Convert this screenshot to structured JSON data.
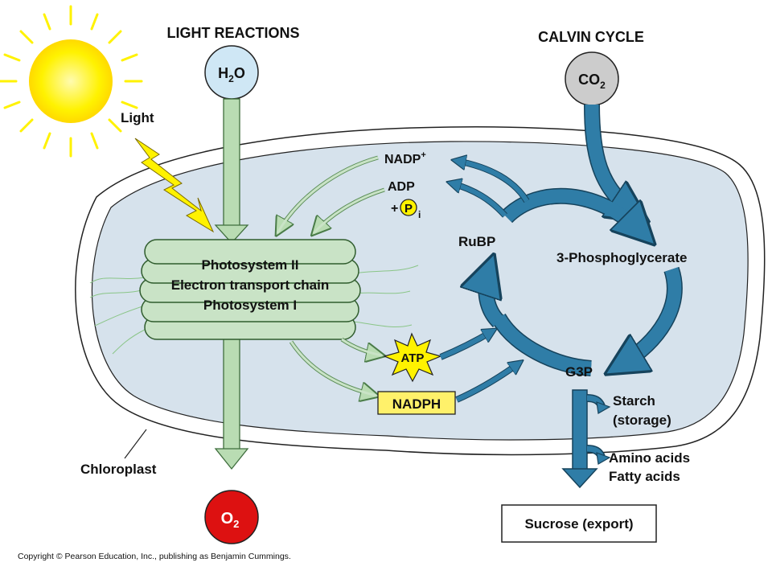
{
  "titles": {
    "light_reactions": "LIGHT REACTIONS",
    "calvin_cycle": "CALVIN CYCLE"
  },
  "molecules": {
    "h2o_base": "H",
    "h2o_sub": "2",
    "h2o_tail": "O",
    "co2_base": "CO",
    "co2_sub": "2",
    "o2_base": "O",
    "o2_sub": "2",
    "nadp_base": "NADP",
    "nadp_sup": "+",
    "adp": "ADP",
    "pi_plus": "+",
    "pi_p": "P",
    "pi_sub": "i",
    "atp": "ATP",
    "nadph": "NADPH"
  },
  "labels": {
    "light": "Light",
    "photosystem_ii": "Photosystem II",
    "electron_transport_chain": "Electron transport chain",
    "photosystem_i": "Photosystem I",
    "rubp": "RuBP",
    "phosphoglycerate": "3-Phosphoglycerate",
    "g3p": "G3P",
    "starch_1": "Starch",
    "starch_2": "(storage)",
    "amino_acids": "Amino acids",
    "fatty_acids": "Fatty acids",
    "sucrose": "Sucrose (export)",
    "chloroplast": "Chloroplast"
  },
  "copyright": "Copyright © Pearson Education, Inc., publishing as Benjamin Cummings.",
  "colors": {
    "stroma": "#d6e2ec",
    "membrane_outer": "#ffffff",
    "thylakoid": "#c9e3c6",
    "light_arrow": "#b9dcb3",
    "calvin_arrow": "#2f7da7",
    "sun": "#fff200",
    "water_circle": "#cfe7f5",
    "co2_circle": "#cccccc",
    "o2_circle": "#dd1111",
    "atp_star": "#fff200",
    "nadph_box": "#fff16a",
    "lightning": "#fff200"
  }
}
